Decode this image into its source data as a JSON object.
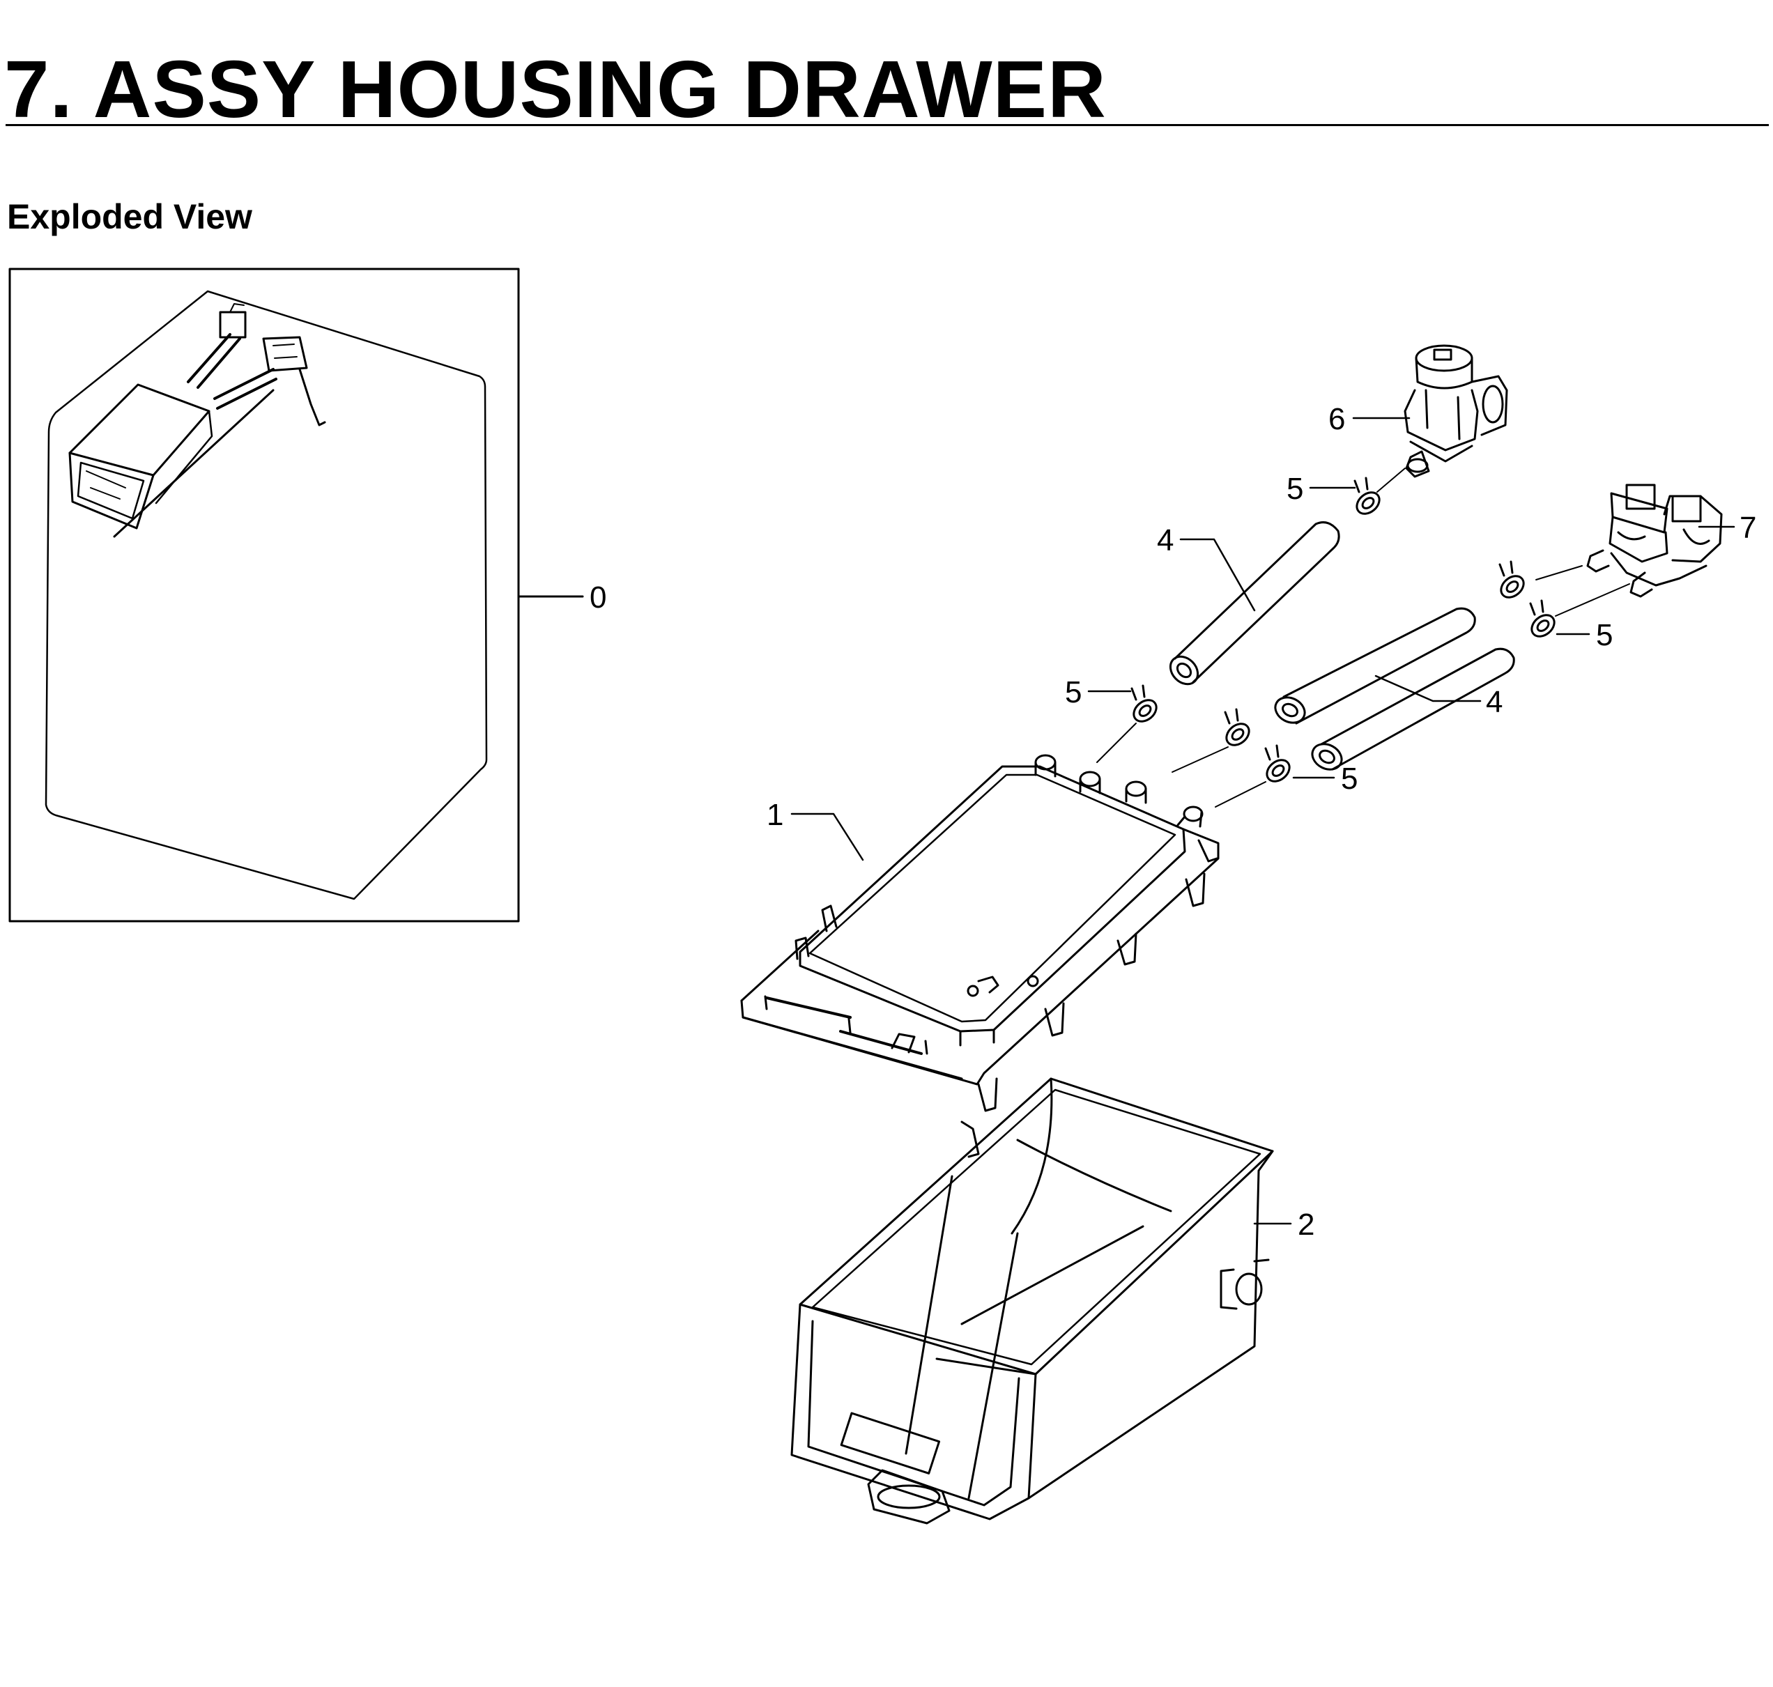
{
  "header": {
    "title": "7.  ASSY HOUSING DRAWER",
    "subtitle": "Exploded View"
  },
  "callouts": {
    "c0": "0",
    "c1": "1",
    "c2": "2",
    "c4a": "4",
    "c4b": "4",
    "c5a": "5",
    "c5b": "5",
    "c5c": "5",
    "c5d": "5",
    "c6": "6",
    "c7": "7"
  },
  "colors": {
    "line": "#000000",
    "background": "#ffffff"
  }
}
